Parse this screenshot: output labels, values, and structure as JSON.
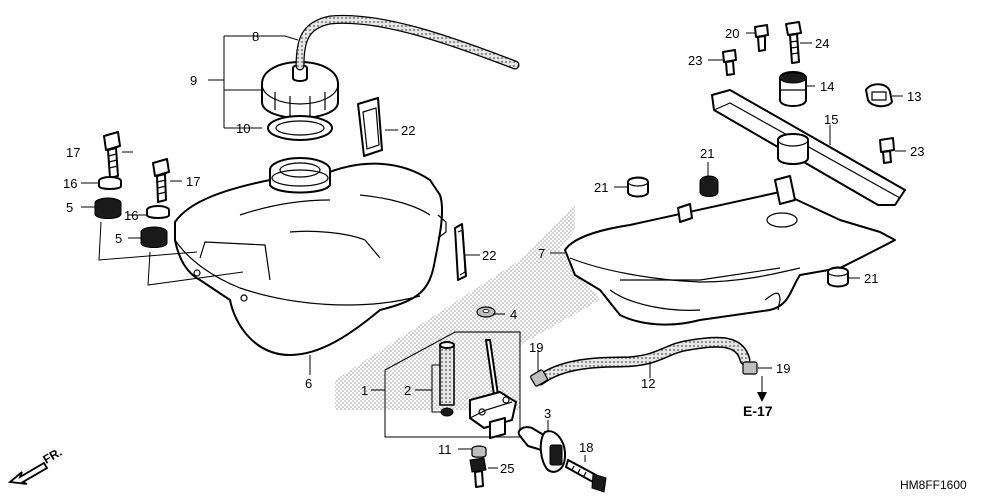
{
  "diagram_code": "HM8FF1600",
  "direction_label": "FR.",
  "reference_label": "E-17",
  "callouts": {
    "c1": "1",
    "c2": "2",
    "c3": "3",
    "c4": "4",
    "c5a": "5",
    "c5b": "5",
    "c6": "6",
    "c7": "7",
    "c8": "8",
    "c9": "9",
    "c10": "10",
    "c11": "11",
    "c12": "12",
    "c13": "13",
    "c14": "14",
    "c15": "15",
    "c16a": "16",
    "c16b": "16",
    "c17a": "17",
    "c17b": "17",
    "c18": "18",
    "c19a": "19",
    "c19b": "19",
    "c20": "20",
    "c21a": "21",
    "c21b": "21",
    "c21c": "21",
    "c22a": "22",
    "c22b": "22",
    "c23a": "23",
    "c23b": "23",
    "c24": "24",
    "c25": "25"
  }
}
